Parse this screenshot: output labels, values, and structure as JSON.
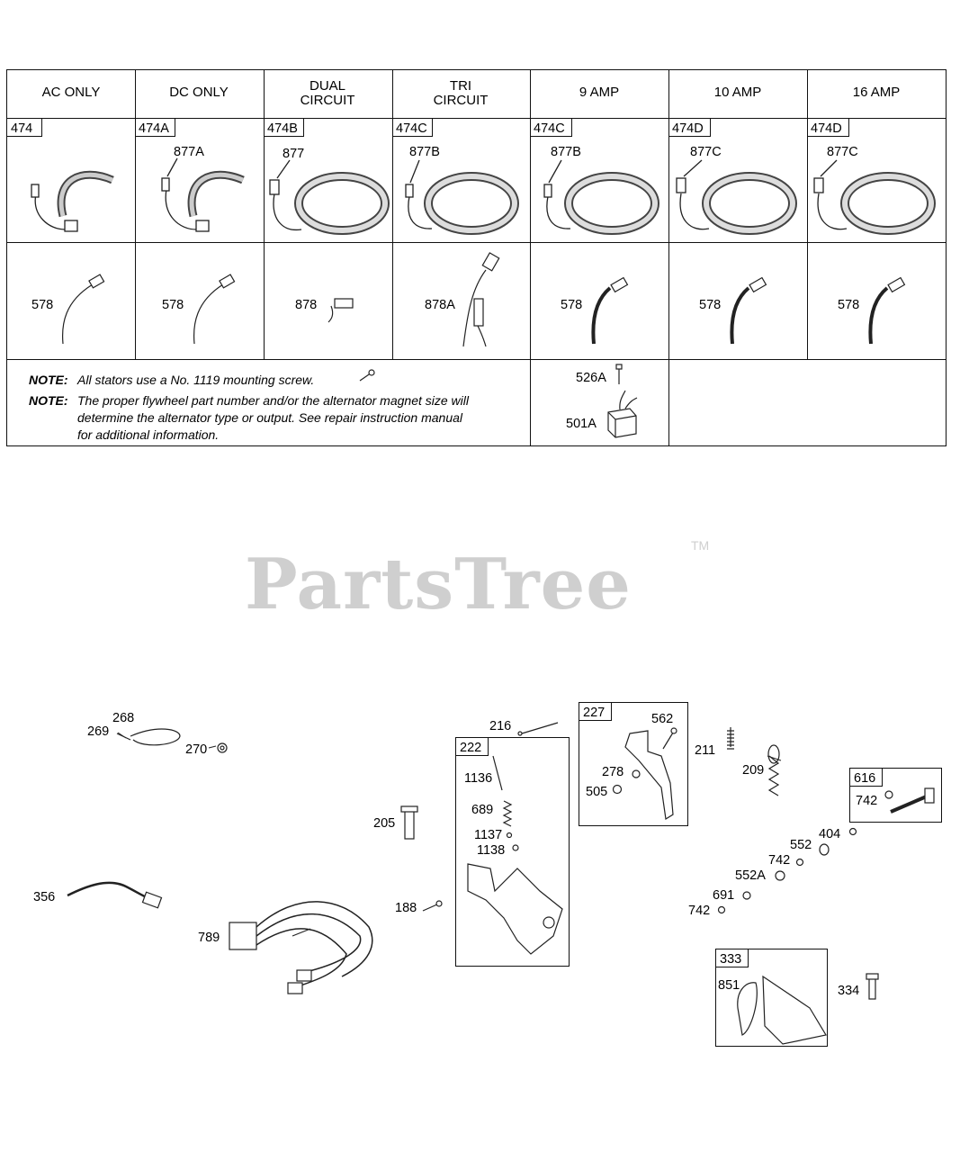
{
  "table": {
    "headers": [
      [
        "AC ONLY"
      ],
      [
        "DC ONLY"
      ],
      [
        "DUAL",
        "CIRCUIT"
      ],
      [
        "TRI",
        "CIRCUIT"
      ],
      [
        "9 AMP"
      ],
      [
        "10 AMP"
      ],
      [
        "16 AMP"
      ]
    ],
    "stators": [
      "474",
      "474A",
      "474B",
      "474C",
      "474C",
      "474D",
      "474D"
    ],
    "harness_parts": [
      "",
      "877A",
      "877",
      "877B",
      "877B",
      "877C",
      "877C"
    ],
    "lead_parts": [
      "578",
      "578",
      "878",
      "878A",
      "578",
      "578",
      "578"
    ],
    "regulator": {
      "bolt": "526A",
      "unit": "501A"
    },
    "notes": [
      {
        "prefix": "NOTE:",
        "text": "All stators use a No. 1119 mounting screw."
      },
      {
        "prefix": "NOTE:",
        "lines": [
          "The proper flywheel part number and/or the alternator magnet size will",
          "determine the alternator type or output. See repair instruction manual",
          "for additional information."
        ]
      }
    ]
  },
  "watermark": {
    "text": "PartsTree",
    "tm": "TM"
  },
  "boxes": {
    "b222": "222",
    "b227": "227",
    "b616": "616",
    "b333": "333"
  },
  "parts": {
    "p268": "268",
    "p269": "269",
    "p270": "270",
    "p356": "356",
    "p789": "789",
    "p205": "205",
    "p188": "188",
    "p216": "216",
    "p1136": "1136",
    "p689": "689",
    "p1137": "1137",
    "p1138": "1138",
    "p562": "562",
    "p278": "278",
    "p505": "505",
    "p211": "211",
    "p209": "209",
    "p742a": "742",
    "p404": "404",
    "p552": "552",
    "p742b": "742",
    "p552A": "552A",
    "p691": "691",
    "p742c": "742",
    "p851": "851",
    "p334": "334"
  }
}
